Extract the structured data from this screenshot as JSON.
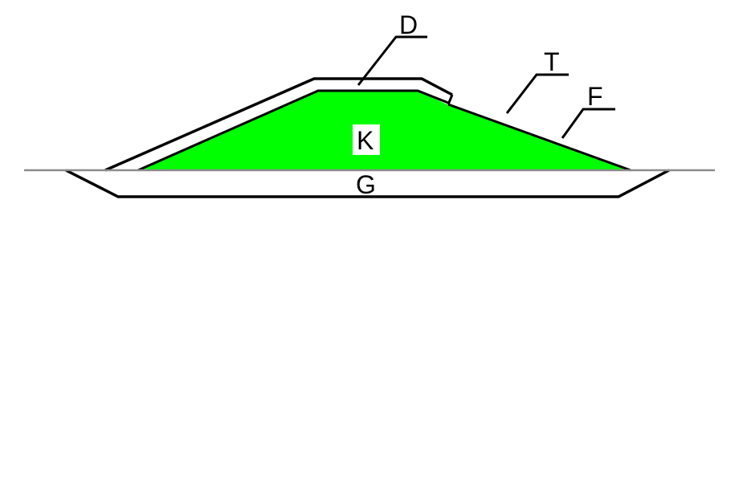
{
  "labels": {
    "D": "D",
    "T": "T",
    "F": "F",
    "K": "K",
    "G": "G"
  },
  "colors": {
    "core_fill": "#00ff00",
    "outline": "#000000",
    "ground_line": "#8c8c8c",
    "background": "#ffffff"
  }
}
